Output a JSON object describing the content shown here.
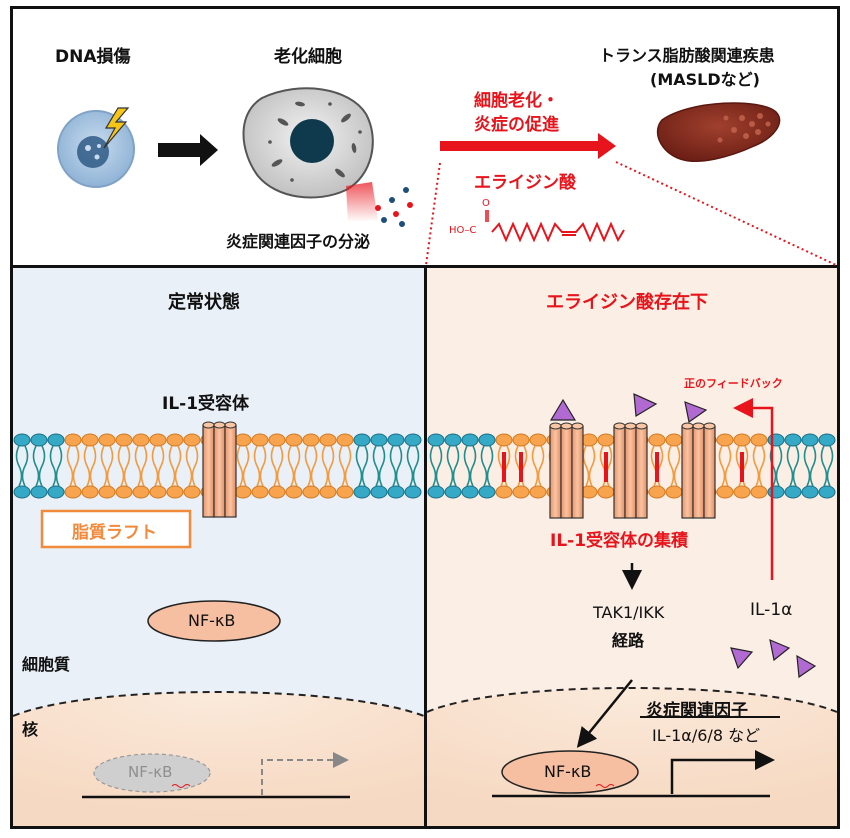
{
  "top": {
    "dna_damage": "DNA損傷",
    "senescent_cell": "老化細胞",
    "disease": "トランス脂肪酸関連疾患",
    "disease_example": "(MASLDなど)",
    "promotion_line1": "細胞老化・",
    "promotion_line2": "炎症の促進",
    "elaidic_acid": "エライジン酸",
    "secretion": "炎症関連因子の分泌",
    "formula_head": "HO–C",
    "formula_o": "O"
  },
  "left": {
    "title": "定常状態",
    "receptor": "IL-1受容体",
    "raft": "脂質ラフト",
    "nfkb": "NF-κB",
    "cytoplasm": "細胞質",
    "nucleus": "核",
    "nfkb_inactive": "NF-κB"
  },
  "right": {
    "title": "エライジン酸存在下",
    "feedback": "正のフィードバック",
    "cluster": "IL-1受容体の集積",
    "pathway_line1": "TAK1/IKK",
    "pathway_line2": "経路",
    "il1a": "IL-1α",
    "factors_title": "炎症関連因子",
    "factors_list": "IL-1α/6/8 など",
    "nfkb": "NF-κB"
  },
  "colors": {
    "left_bg": "#e9f0f7",
    "right_bg": "#fbeee5",
    "accent_red": "#e8141b",
    "lipid_orange": "#f8a34d",
    "lipid_teal": "#35a9c6",
    "receptor": "#f5b48a",
    "purple_ligand": "#b06ad1"
  }
}
